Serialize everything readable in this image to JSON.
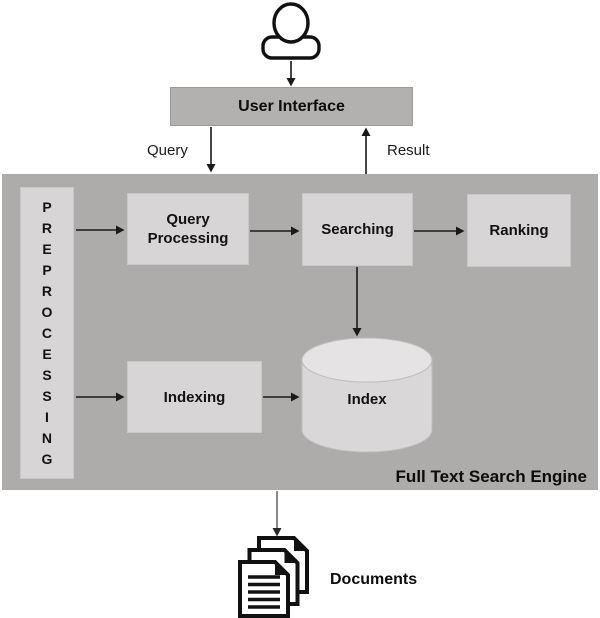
{
  "colors": {
    "engine_bg": "#aeabab",
    "ui_bg": "#b3b0b0",
    "box_bg": "#d7d5d5",
    "cylinder_body": "#d9d7d7",
    "cylinder_top": "#e5e3e3",
    "arrow": "#1a1a1a",
    "doc_arrow": "#7a7a7a"
  },
  "nodes": {
    "user_interface": "User Interface",
    "preprocessing_vertical": "P\nR\nE\nP\nR\nO\nC\nE\nS\nS\nI\nN\nG",
    "query_processing": "Query Processing",
    "searching": "Searching",
    "ranking": "Ranking",
    "indexing": "Indexing",
    "index_store": "Index",
    "documents": "Documents"
  },
  "labels": {
    "query": "Query",
    "result": "Result",
    "engine_title": "Full Text Search Engine"
  },
  "icons": {
    "user": "person-icon",
    "documents": "document-stack-icon"
  }
}
